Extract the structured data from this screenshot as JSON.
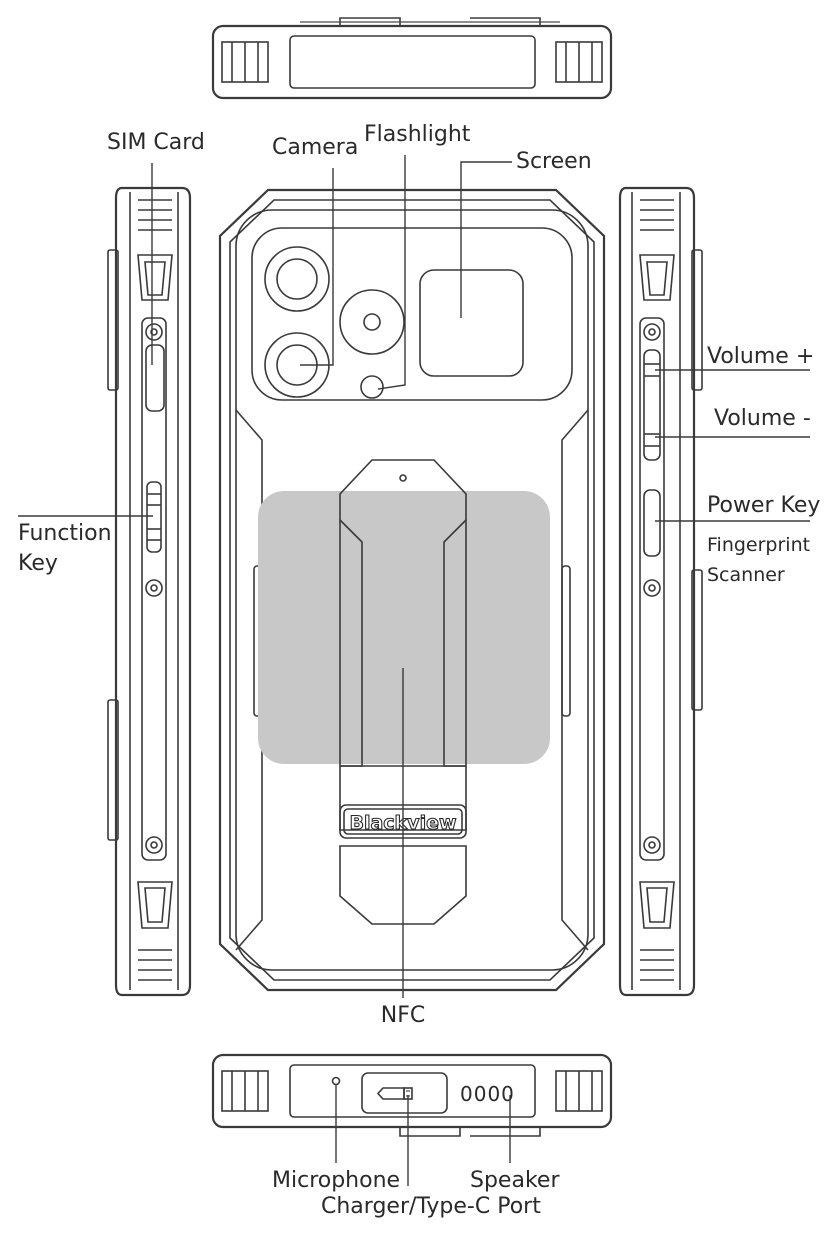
{
  "brand": "Blackview",
  "colors": {
    "line": "#3a3a3a",
    "nfc_zone": "#c8c8c8",
    "label": "#2a2a2a"
  },
  "labels": {
    "sim_card": "SIM Card",
    "camera": "Camera",
    "flashlight": "Flashlight",
    "screen": "Screen",
    "volume_up": "Volume +",
    "volume_down": "Volume -",
    "power_key": "Power Key",
    "fingerprint_line1": "Fingerprint",
    "fingerprint_line2": "Scanner",
    "function_line1": "Function",
    "function_line2": "Key",
    "nfc": "NFC",
    "microphone": "Microphone",
    "speaker": "Speaker",
    "charger": "Charger/Type-C Port",
    "speaker_grille": "0000"
  }
}
